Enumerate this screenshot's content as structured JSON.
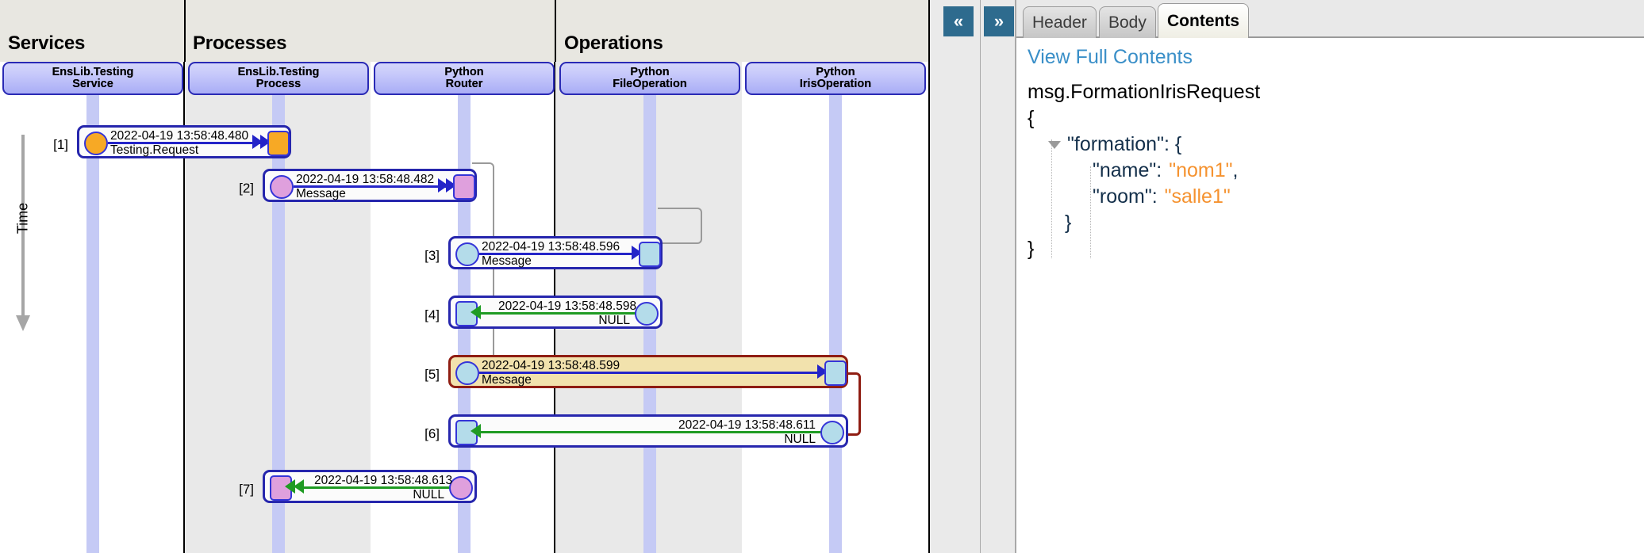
{
  "diagram": {
    "time_axis_label": "Time",
    "categories": [
      {
        "label": "Services"
      },
      {
        "label": "Processes"
      },
      {
        "label": "Operations"
      }
    ],
    "nodes": [
      {
        "line1": "EnsLib.Testing",
        "line2": "Service"
      },
      {
        "line1": "EnsLib.Testing",
        "line2": "Process"
      },
      {
        "line1": "Python",
        "line2": "Router"
      },
      {
        "line1": "Python",
        "line2": "FileOperation"
      },
      {
        "line1": "Python",
        "line2": "IrisOperation"
      }
    ],
    "events": [
      {
        "index": "[1]",
        "timestamp": "2022-04-19 13:58:48.480",
        "name": "Testing.Request",
        "direction": "right",
        "selected": false
      },
      {
        "index": "[2]",
        "timestamp": "2022-04-19 13:58:48.482",
        "name": "Message",
        "direction": "right",
        "selected": false
      },
      {
        "index": "[3]",
        "timestamp": "2022-04-19 13:58:48.596",
        "name": "Message",
        "direction": "right",
        "selected": false
      },
      {
        "index": "[4]",
        "timestamp": "2022-04-19 13:58:48.598",
        "name": "NULL",
        "direction": "left",
        "selected": false
      },
      {
        "index": "[5]",
        "timestamp": "2022-04-19 13:58:48.599",
        "name": "Message",
        "direction": "right",
        "selected": true
      },
      {
        "index": "[6]",
        "timestamp": "2022-04-19 13:58:48.611",
        "name": "NULL",
        "direction": "left",
        "selected": false
      },
      {
        "index": "[7]",
        "timestamp": "2022-04-19 13:58:48.613",
        "name": "NULL",
        "direction": "left",
        "selected": false
      }
    ]
  },
  "collapse": {
    "left_label": "«",
    "right_label": "»"
  },
  "details": {
    "tabs": [
      {
        "label": "Header",
        "active": false
      },
      {
        "label": "Body",
        "active": false
      },
      {
        "label": "Contents",
        "active": true
      }
    ],
    "full_contents_link": "View Full Contents",
    "json_title": "msg.FormationIrisRequest",
    "json_lines": [
      {
        "text": "{"
      },
      {
        "key": "\"formation\":",
        "open": " {",
        "toggle": true
      },
      {
        "key": "\"name\":",
        "value": "\"nom1\"",
        "trail": ","
      },
      {
        "key": "\"room\":",
        "value": "\"salle1\""
      },
      {
        "text": "}"
      },
      {
        "text": "}"
      }
    ]
  },
  "colors": {
    "lane": "#c5caf5",
    "node_border": "#2a2ab5",
    "event_border": "#2626ad",
    "selected_border": "#8f1d12",
    "selected_fill": "#f2e2ad",
    "arrow_request": "#2424c8",
    "arrow_response": "#1f9b23",
    "endpoint_service": "#f7a925",
    "endpoint_process": "#dfa0dd",
    "endpoint_operation": "#b4dcea",
    "tab_active_bg": "#efeee4",
    "link": "#3a8fc8",
    "collapse_btn": "#2e6b8e",
    "json_key": "#14304b",
    "json_value": "#f5922f"
  }
}
